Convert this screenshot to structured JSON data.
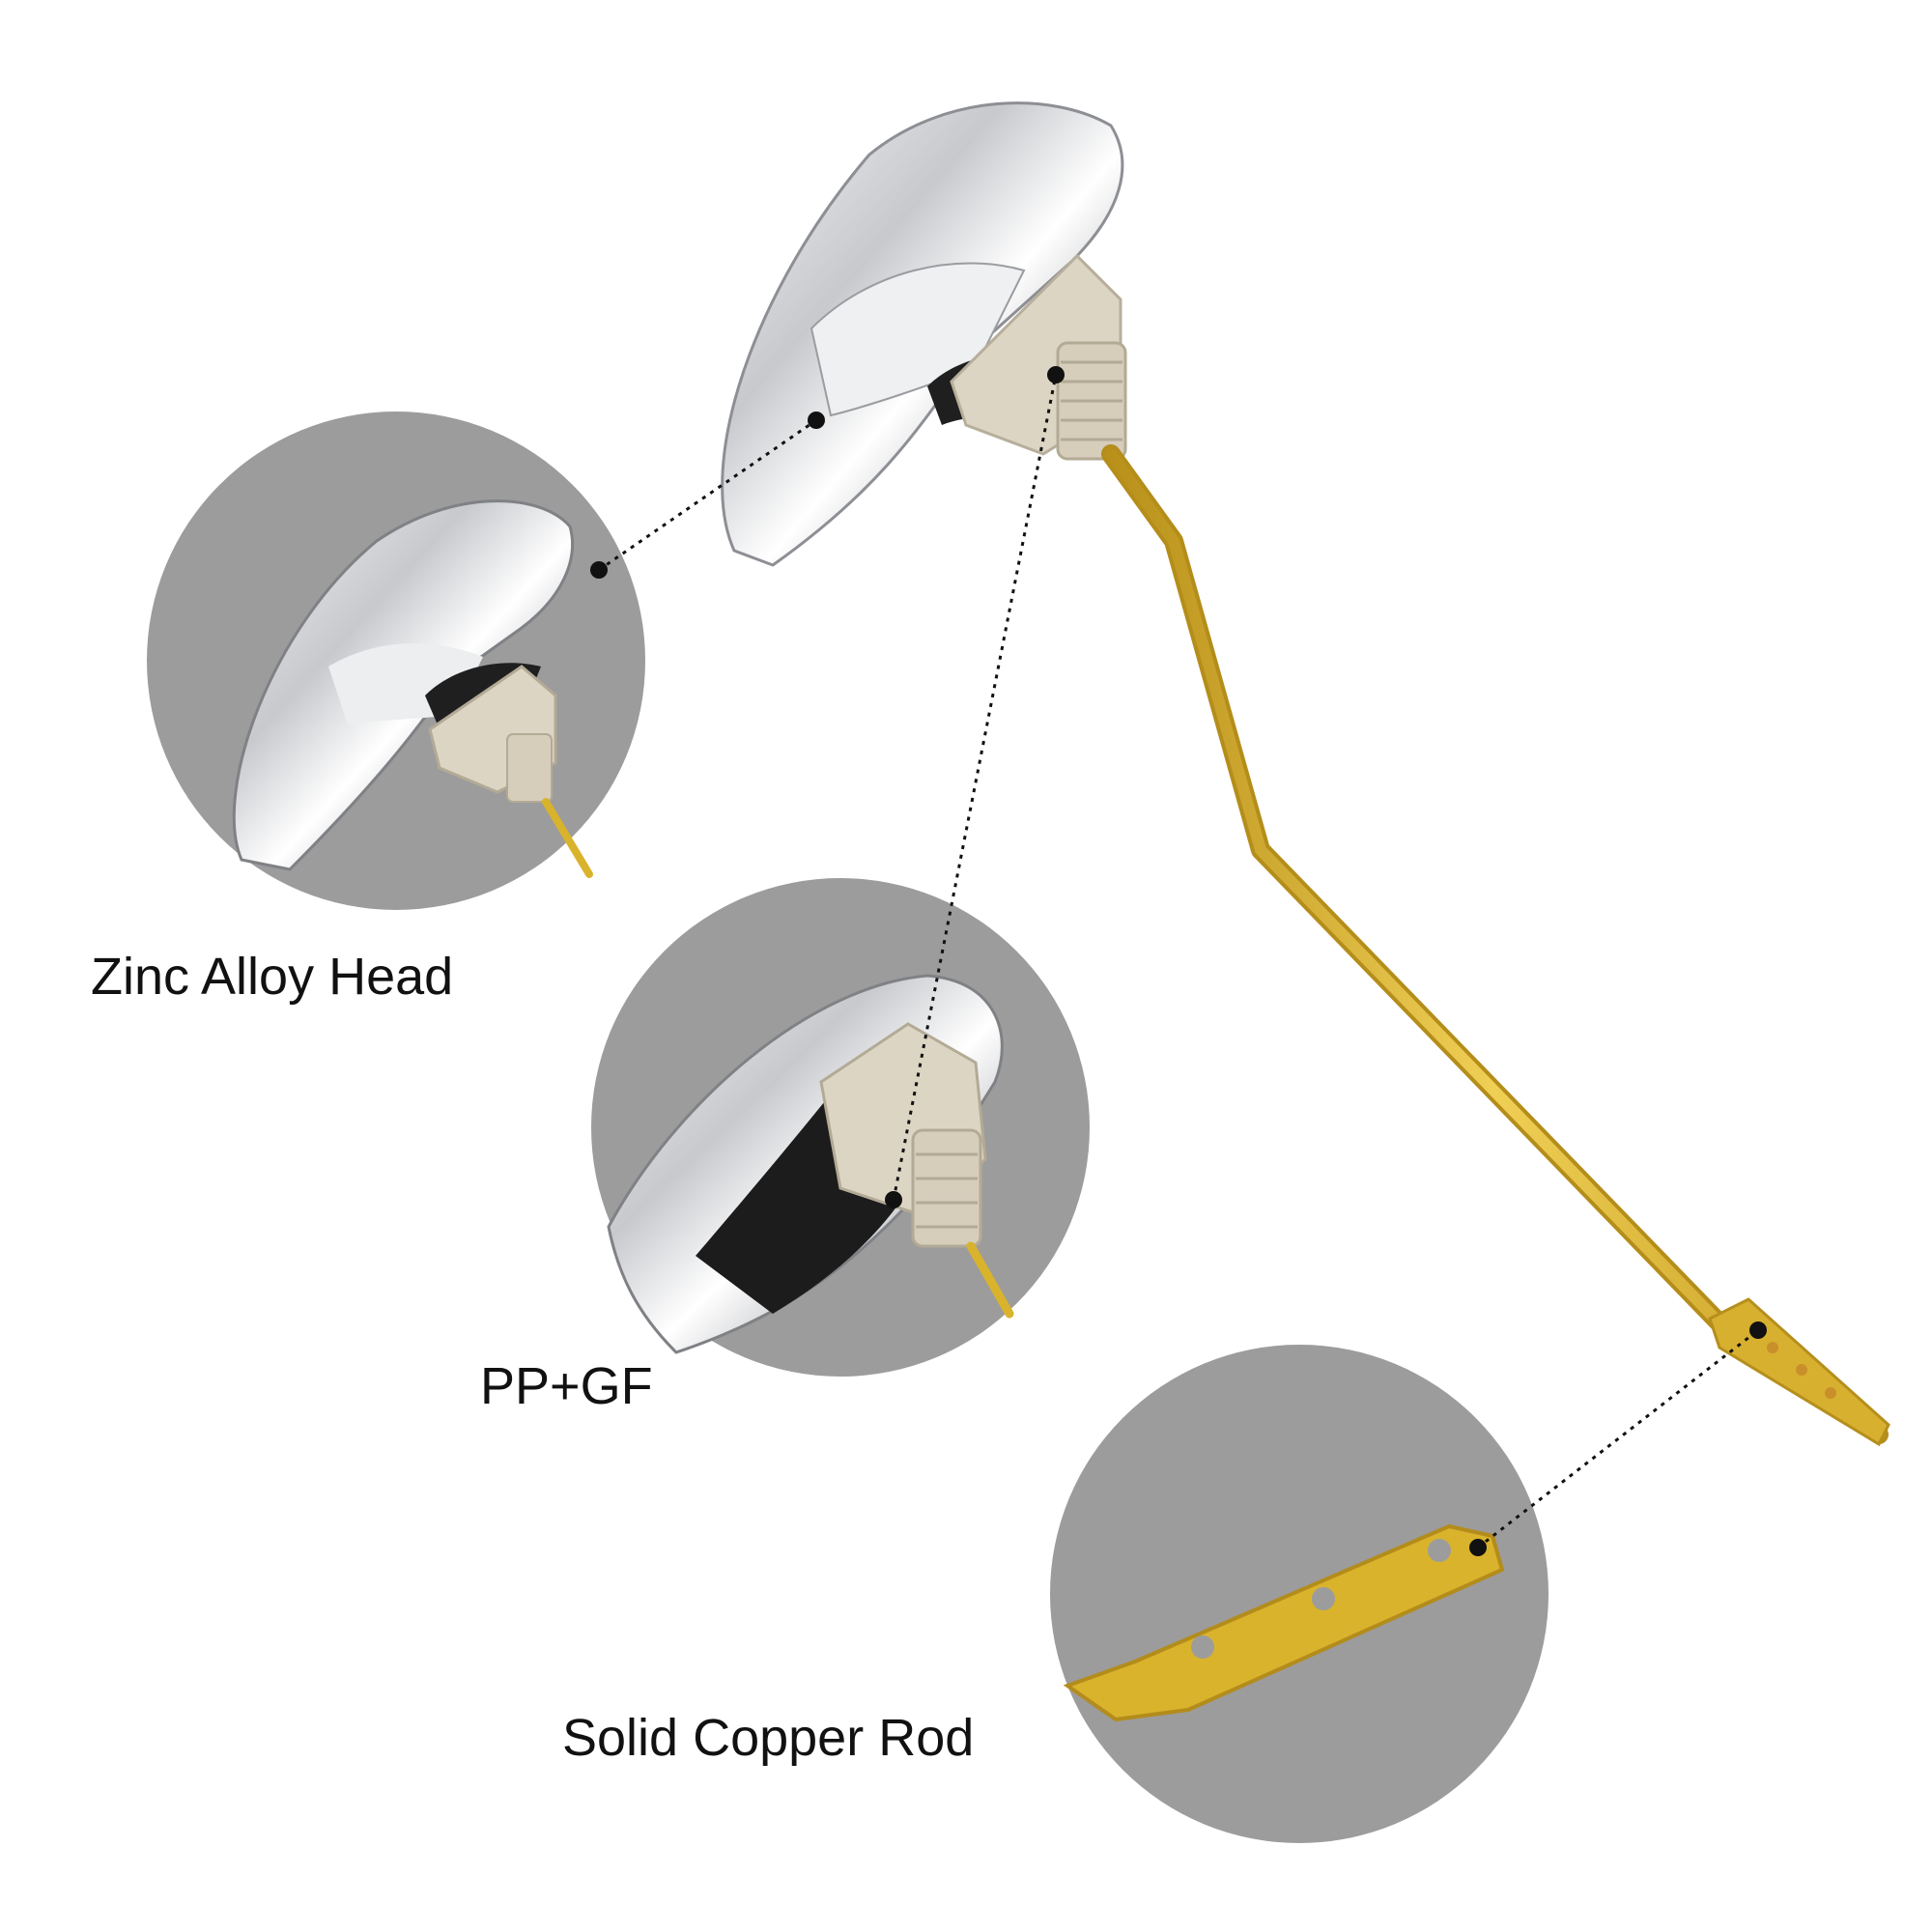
{
  "callouts": {
    "head_label": "Zinc Alloy Head",
    "connector_label": "PP+GF",
    "rod_label": "Solid Copper Rod"
  },
  "colors": {
    "background": "#ffffff",
    "circle": "#9c9c9c",
    "chrome": "#d9dadd",
    "chrome_dark": "#2a2a2a",
    "nut": "#d8d0bf",
    "brass": "#d9b32c",
    "leader": "#111111"
  }
}
